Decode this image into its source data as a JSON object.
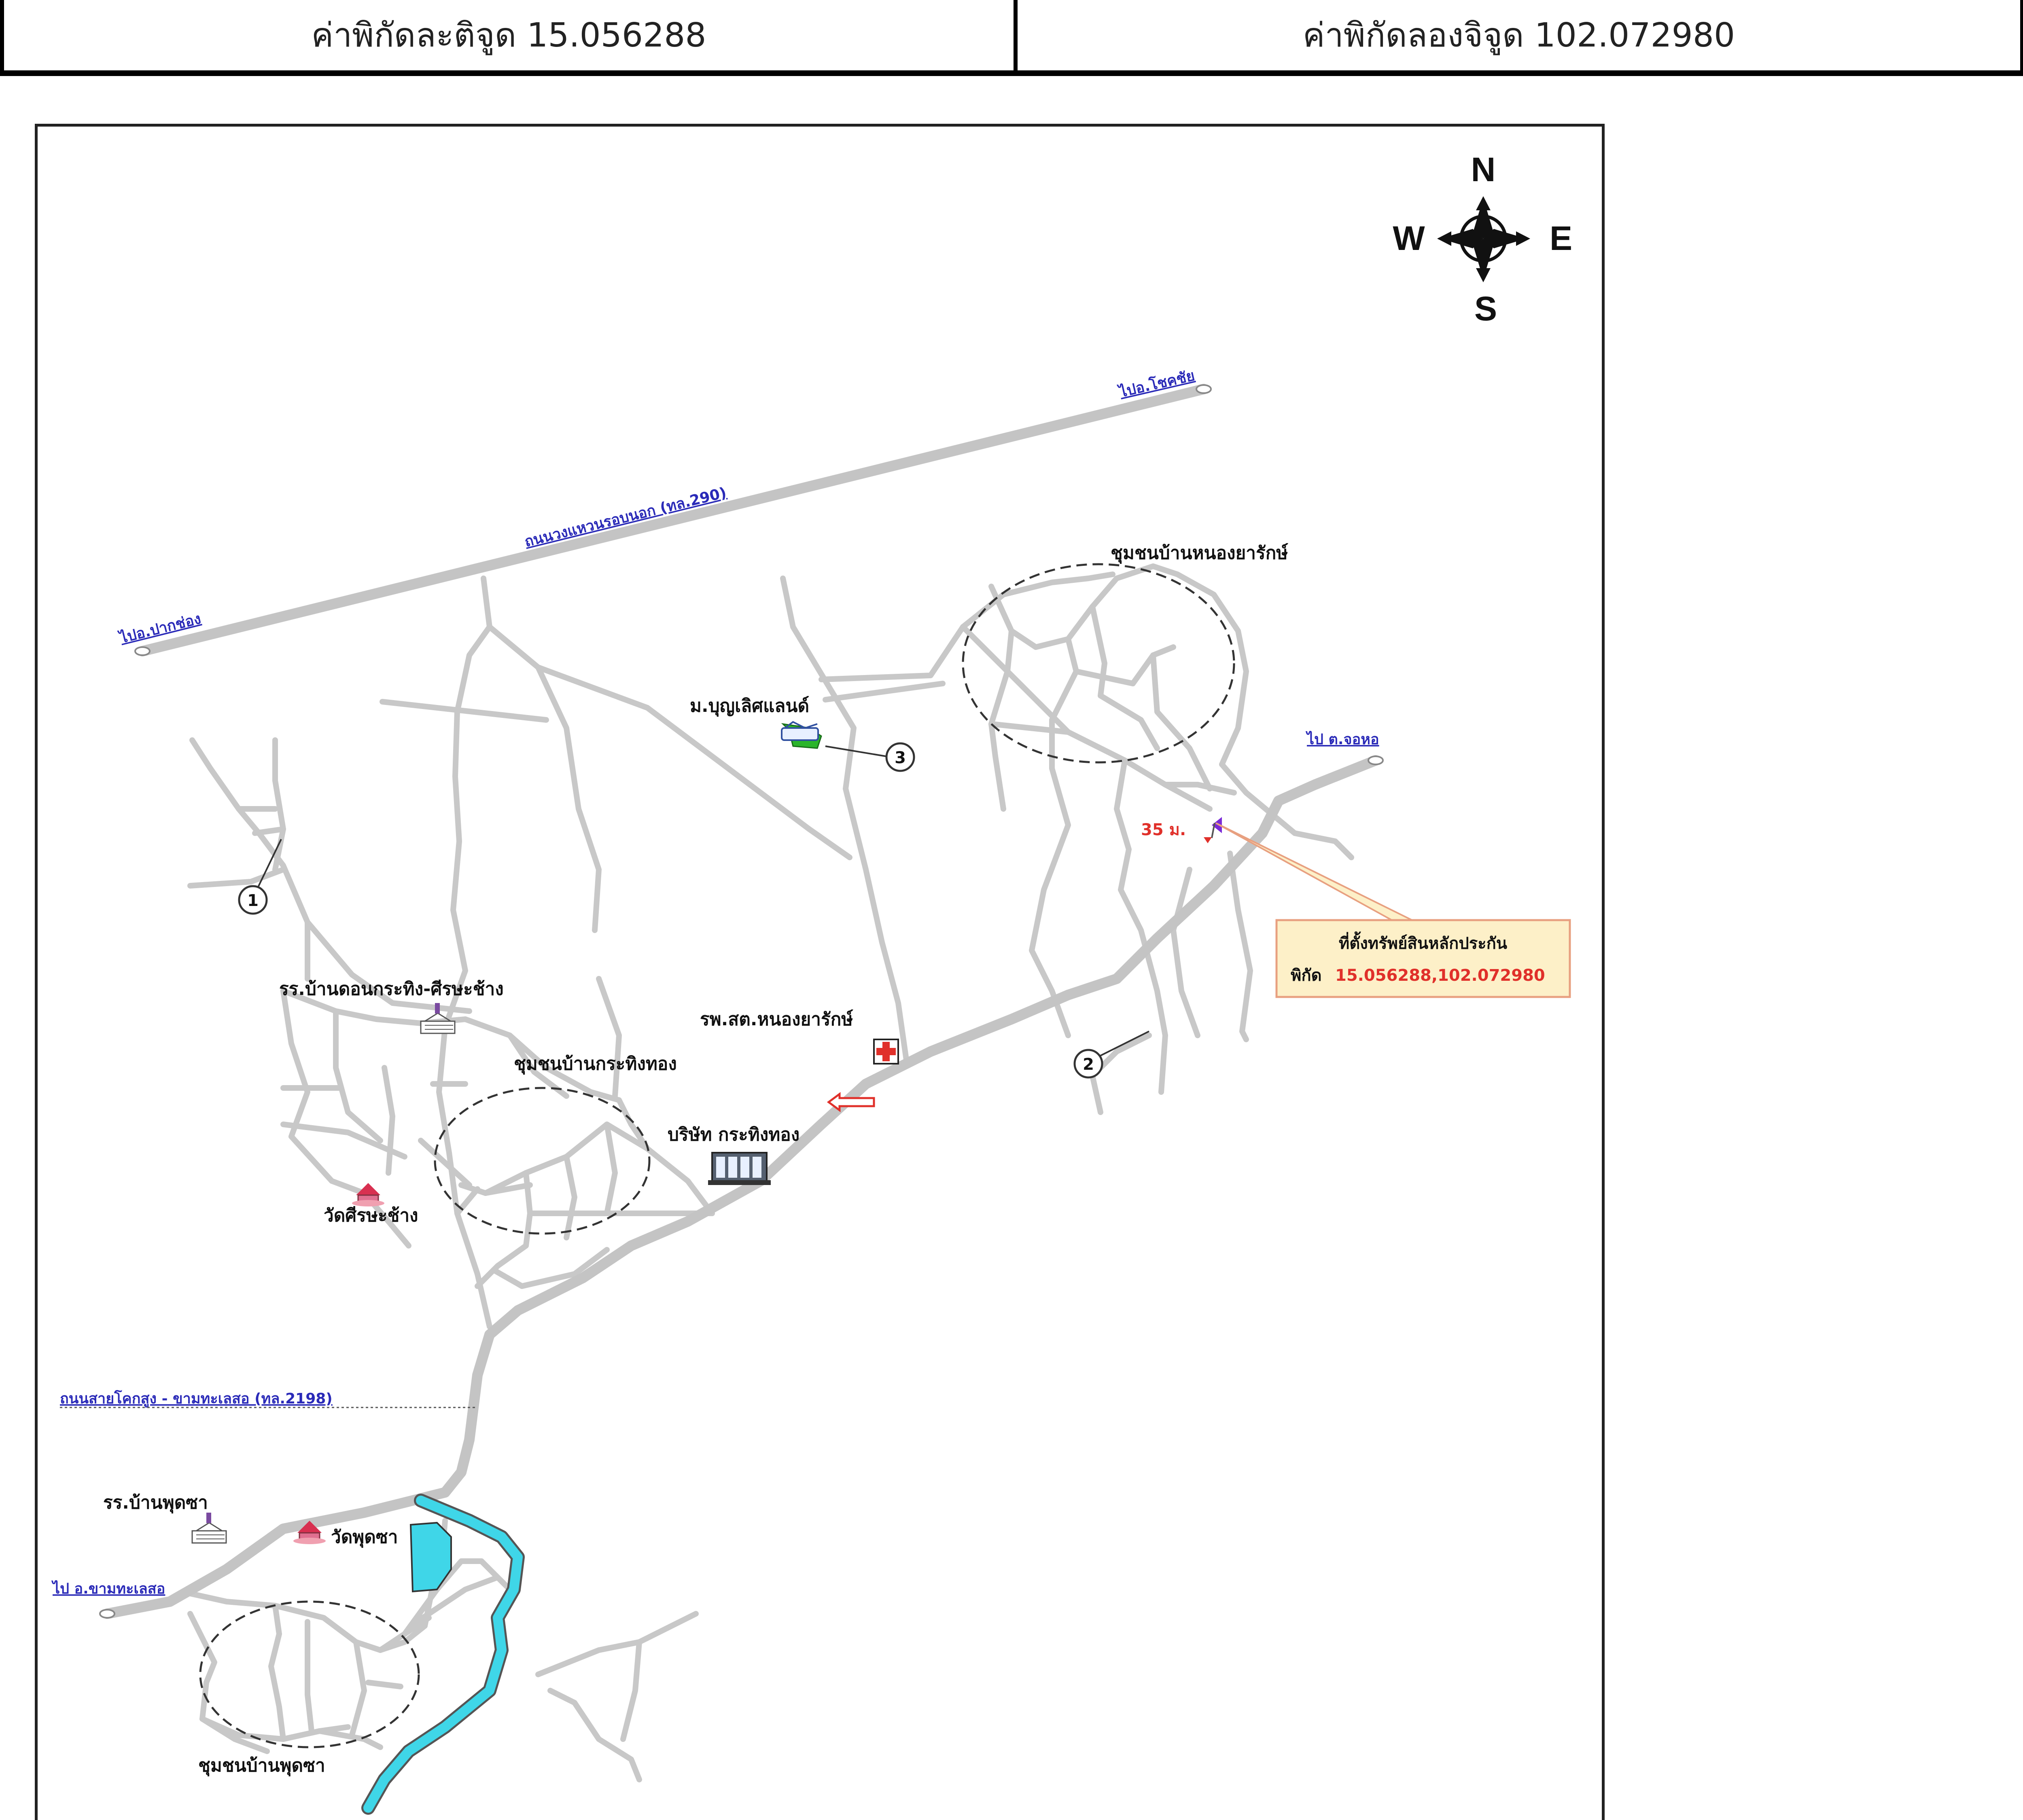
{
  "coordinates": {
    "latitude_label": "ค่าพิกัดละติจูด 15.056288",
    "longitude_label": "ค่าพิกัดลองจิจูด 102.072980"
  },
  "compass": {
    "n": "N",
    "s": "S",
    "e": "E",
    "w": "W"
  },
  "roads": {
    "outer_ring": "ถนนวงแหวนรอบนอก (ทล.290)",
    "to_paktho": "ไปอ.ปากช่อง",
    "to_chokchai": "ไปอ.โชคชัย",
    "to_chalong": "ไป ต.จอหอ",
    "khok_sung": "ถนนสายโคกสูง - ขามทะเลสอ (ทล.2198)",
    "to_kham_thale_so": "ไป อ.ขามทะเลสอ"
  },
  "places": {
    "nong_ya_rak_community": "ชุมชนบ้านหนองยารักษ์",
    "boonlert_land": "ม.บุญเลิศแลนด์",
    "ban_don_school": "รร.บ้านดอนกระทิง-ศีรษะช้าง",
    "hospital": "รพ.สต.หนองยารักษ์",
    "krathing_thong_community": "ชุมชนบ้านกระทิงทอง",
    "krathing_thong_company": "บริษัท กระทิงทอง",
    "wat_sisa_chang": "วัดศีรษะช้าง",
    "phutsa_school": "รร.บ้านพุดซา",
    "wat_phutsa": "วัดพุดซา",
    "phutsa_community": "ชุมชนบ้านพุดซา"
  },
  "distance_label": "35 ม.",
  "callout": {
    "title": "ที่ตั้งทรัพย์สินหลักประกัน",
    "coord_prefix": "พิกัด",
    "coord_value": "15.056288,102.072980"
  },
  "markers": [
    "1",
    "2",
    "3"
  ],
  "colors": {
    "road": "#c8c8c8",
    "road_label": "#2a2ab8",
    "callout_bg": "#fdf0c8",
    "callout_border": "#e8a080",
    "red_text": "#e0302a",
    "water": "#3fd6e8"
  },
  "icons": [
    "school-icon",
    "hospital-icon",
    "temple-icon",
    "factory-icon",
    "housing-icon",
    "location-pin-icon",
    "direction-arrow-icon"
  ]
}
